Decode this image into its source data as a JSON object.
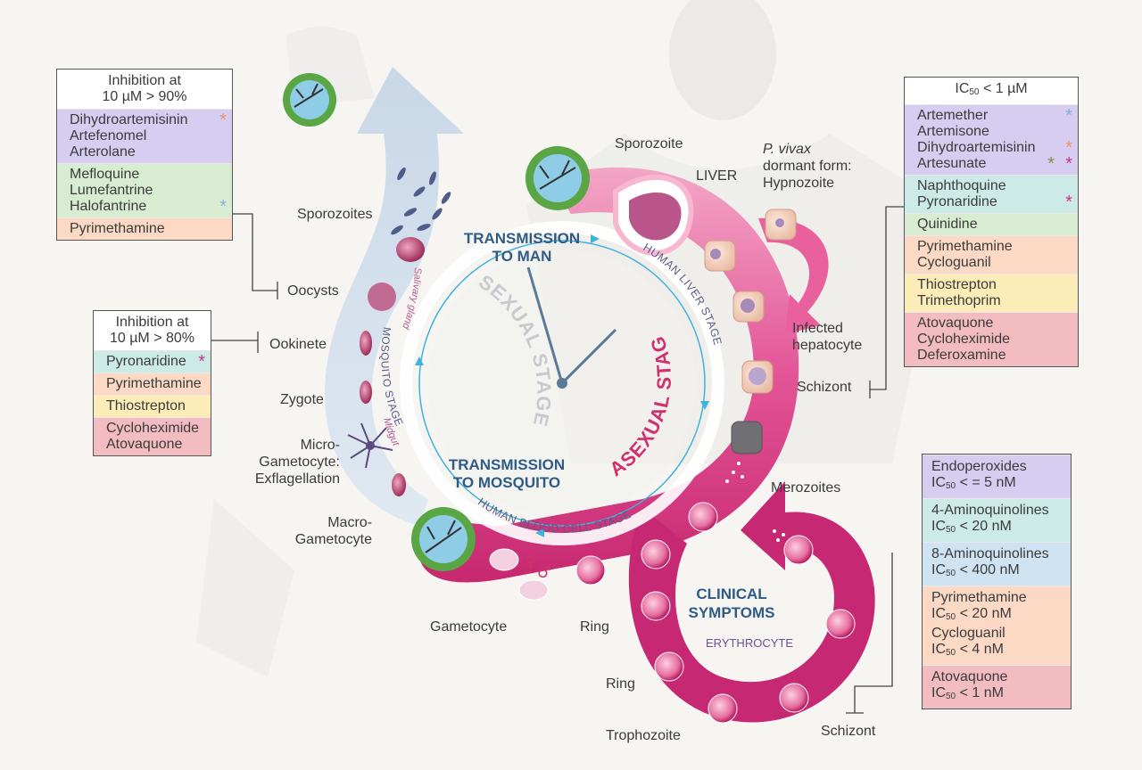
{
  "left_box_1": {
    "header_line1": "Inhibition at",
    "header_line2": "10 µM > 90%",
    "groups": [
      {
        "items": [
          {
            "name": "Dihydroartemisinin",
            "star": "#f0956a"
          },
          {
            "name": "Artefenomel"
          },
          {
            "name": "Arterolane"
          }
        ]
      },
      {
        "items": [
          {
            "name": "Mefloquine"
          },
          {
            "name": "Lumefantrine"
          },
          {
            "name": "Halofantrine",
            "star": "#8aaede"
          }
        ]
      },
      {
        "items": [
          {
            "name": "Pyrimethamine"
          }
        ]
      }
    ]
  },
  "left_box_2": {
    "header_line1": "Inhibition at",
    "header_line2": "10 µM > 80%",
    "groups": [
      {
        "items": [
          {
            "name": "Pyronaridine",
            "star": "#c2398a"
          }
        ]
      },
      {
        "items": [
          {
            "name": "Pyrimethamine"
          }
        ]
      },
      {
        "items": [
          {
            "name": "Thiostrepton"
          }
        ]
      },
      {
        "items": [
          {
            "name": "Cycloheximide"
          },
          {
            "name": "Atovaquone"
          }
        ]
      }
    ]
  },
  "right_box_1": {
    "header_pre": "IC",
    "header_sub": "50",
    "header_post": " < 1 µM",
    "groups": [
      {
        "items": [
          {
            "name": "Artemether",
            "star": "#8aaede"
          },
          {
            "name": "Artemisone"
          },
          {
            "name": "Dihydroartemisinin",
            "star": "#f0956a"
          },
          {
            "name": "Artesunate",
            "stars": [
              "#8c8a52",
              "#c2398a"
            ]
          }
        ]
      },
      {
        "items": [
          {
            "name": "Naphthoquine"
          },
          {
            "name": "Pyronaridine",
            "star": "#c2398a"
          }
        ]
      },
      {
        "items": [
          {
            "name": "Quinidine"
          }
        ]
      },
      {
        "items": [
          {
            "name": "Pyrimethamine"
          },
          {
            "name": "Cycloguanil"
          }
        ]
      },
      {
        "items": [
          {
            "name": "Thiostrepton"
          },
          {
            "name": "Trimethoprim"
          }
        ]
      },
      {
        "items": [
          {
            "name": "Atovaquone"
          },
          {
            "name": "Cycloheximide"
          },
          {
            "name": "Deferoxamine"
          }
        ]
      }
    ]
  },
  "right_box_2": {
    "groups": [
      {
        "lines": [
          {
            "t": "Endoperoxides"
          },
          {
            "pre": "IC",
            "sub": "50",
            "post": " < = 5 nM"
          }
        ]
      },
      {
        "lines": [
          {
            "t": "4-Aminoquinolines"
          },
          {
            "pre": "IC",
            "sub": "50",
            "post": " < 20 nM"
          }
        ]
      },
      {
        "lines": [
          {
            "t": "8-Aminoquinolines"
          },
          {
            "pre": "IC",
            "sub": "50",
            "post": " < 400 nM"
          }
        ]
      },
      {
        "lines": [
          {
            "t": "Pyrimethamine"
          },
          {
            "pre": "IC",
            "sub": "50",
            "post": " < 20 nM"
          },
          {
            "t": "Cycloguanil"
          },
          {
            "pre": "IC",
            "sub": "50",
            "post": " < 4 nM"
          }
        ]
      },
      {
        "lines": [
          {
            "t": "Atovaquone"
          },
          {
            "pre": "IC",
            "sub": "50",
            "post": " < 1 nM"
          }
        ]
      }
    ]
  },
  "labels": {
    "sporozoites": "Sporozoites",
    "oocysts": "Oocysts",
    "ookinete": "Ookinete",
    "zygote": "Zygote",
    "micro1": "Micro-",
    "micro2": "Gametocyte:",
    "micro3": "Exflagellation",
    "macro1": "Macro-",
    "macro2": "Gametocyte",
    "gametocyte": "Gametocyte",
    "ring1": "Ring",
    "ring2": "Ring",
    "trophozoite": "Trophozoite",
    "schizont_bottom": "Schizont",
    "merozoites": "Merozoites",
    "schizont_liver": "Schizont",
    "infected1": "Infected",
    "infected2": "hepatocyte",
    "vivax1": "P. vivax",
    "vivax2": "dormant form:",
    "vivax3": "Hypnozoite",
    "liver": "LIVER",
    "sporozoite": "Sporozoite",
    "transmission_man1": "TRANSMISSION",
    "transmission_man2": "TO MAN",
    "transmission_mosq1": "TRANSMISSION",
    "transmission_mosq2": "TO MOSQUITO",
    "sexual_stage": "SEXUAL STAGE",
    "asexual_stage": "ASEXUAL STAGE",
    "human_liver_stage": "HUMAN LIVER STAGE",
    "human_blood_stage": "HUMAN BLOOD CELL STAGE",
    "mosquito_stage": "MOSQUITO STAGE",
    "salivary_gland": "Salivary gland",
    "midgut": "Midgut",
    "clinical1": "CLINICAL",
    "clinical2": "SYMPTOMS",
    "erythrocyte": "ERYTHROCYTE",
    "female_symbol": "♀",
    "male_symbol": "♂"
  },
  "colors": {
    "magenta": "#d0306e",
    "pink_light": "#ee8fb6",
    "blue_arrow": "#c9d8e8",
    "navy_text": "#2f5b86",
    "sexual_gray": "#c7c9cd",
    "green_ring": "#5aa544",
    "cyan_ring": "#5ab7d6"
  }
}
